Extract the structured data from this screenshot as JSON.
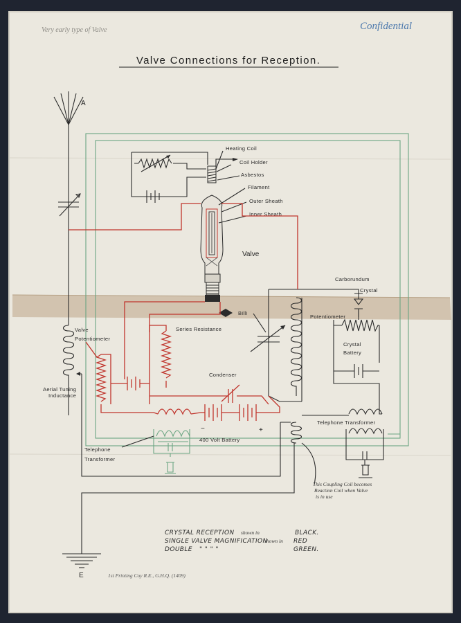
{
  "sheet": {
    "title": "Valve Connections for Reception.",
    "pencil_note": "Very early type of Valve",
    "stamp": "Confidential",
    "printer": "1st Printing Coy R.E., G.H.Q. (1409)"
  },
  "labels": {
    "aerial": "A",
    "earth": "E",
    "heating_coil": "Heating Coil",
    "coil_holder": "Coil Holder",
    "asbestos": "Asbestos",
    "filament": "Filament",
    "outer_sheath": "Outer Sheath",
    "inner_sheath": "Inner Sheath",
    "valve": "Valve",
    "carborundum": "Carborundum",
    "crystal": "Crystal",
    "potentiometer_right": "Potentiometer",
    "crystal_battery_1": "Crystal",
    "crystal_battery_2": "Battery",
    "billi": "Billi",
    "series_resistance": "Series Resistance",
    "valve_pot_1": "Valve",
    "valve_pot_2": "Potentiometer",
    "aerial_tuning_1": "Aerial Tuning",
    "aerial_tuning_2": "Inductance",
    "condenser": "Condenser",
    "minus": "−",
    "plus": "+",
    "battery_400": "400 Volt Battery",
    "telephone_transformer_right": "Telephone Transformer",
    "telephone_transformer_left_1": "Telephone",
    "telephone_transformer_left_2": "Transformer",
    "coupling_1": "This Coupling Coil becomes",
    "coupling_2": "Reaction Coil when Valve",
    "coupling_3": "is in use"
  },
  "legend": [
    {
      "prefix": "CRYSTAL RECEPTION",
      "mid": "shown in",
      "color_word": "BLACK."
    },
    {
      "prefix": "SINGLE VALVE MAGNIFICATION",
      "mid": "shown in",
      "color_word": "RED"
    },
    {
      "prefix": "DOUBLE",
      "mid": "\"      \"      \"  \"",
      "color_word": "GREEN."
    }
  ],
  "colors": {
    "black_circuit": "#2b2b2b",
    "red_circuit": "#c0342c",
    "green_circuit": "#6aa582",
    "paper": "#ebe8df",
    "background": "#1f2430"
  }
}
